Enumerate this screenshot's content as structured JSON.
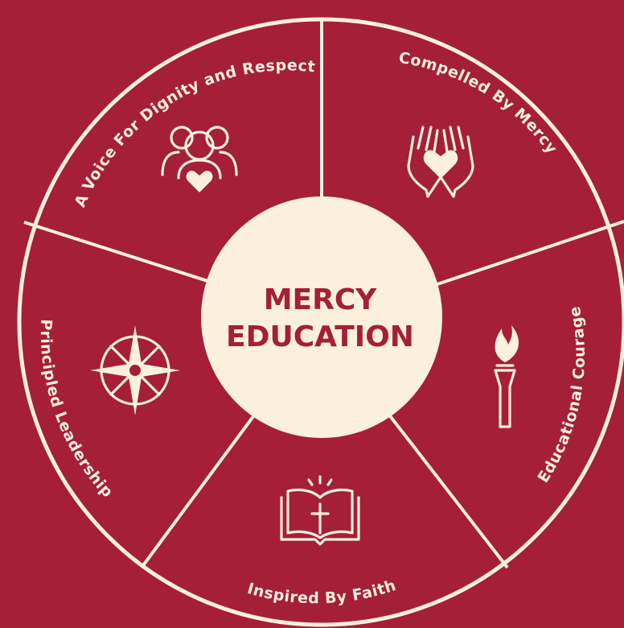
{
  "colors": {
    "background": "#a51f37",
    "foreground": "#fbf0dc"
  },
  "center": {
    "line1": "MERCY",
    "line2": "EDUCATION"
  },
  "segments": [
    {
      "label": "A Voice For Dignity and Respect",
      "icon": "people-heart-icon"
    },
    {
      "label": "Compelled By Mercy",
      "icon": "hands-heart-icon"
    },
    {
      "label": "Educational Courage",
      "icon": "torch-icon"
    },
    {
      "label": "Inspired By Faith",
      "icon": "open-bible-cross-icon"
    },
    {
      "label": "Principled Leadership",
      "icon": "compass-rose-icon"
    }
  ]
}
